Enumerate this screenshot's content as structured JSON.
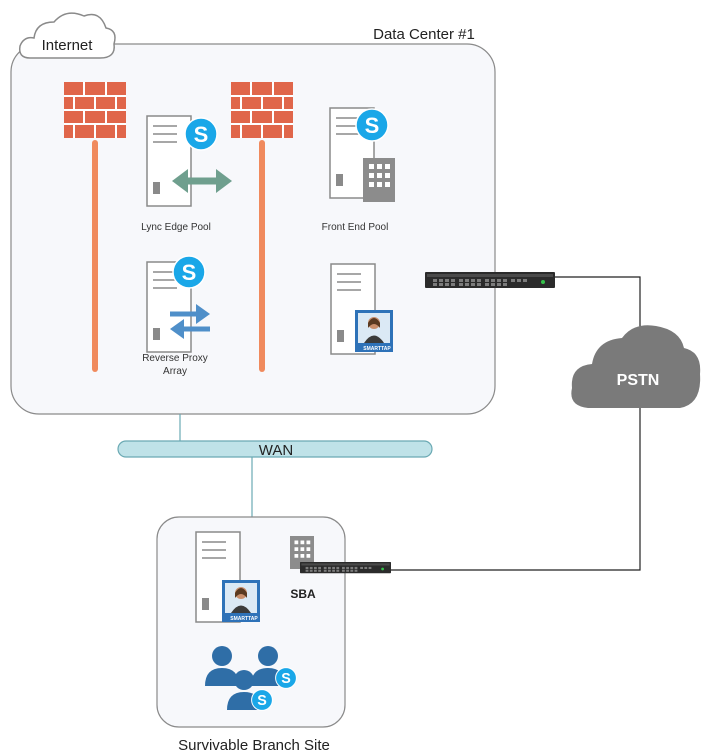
{
  "data_center": {
    "label": "Data Center #1"
  },
  "internet": {
    "label": "Internet"
  },
  "servers": {
    "lync_edge": {
      "label": "Lync Edge Pool"
    },
    "front_end": {
      "label": "Front End Pool"
    },
    "reverse_proxy": {
      "label_line1": "Reverse Proxy",
      "label_line2": "Array"
    }
  },
  "wan": {
    "label": "WAN"
  },
  "pstn": {
    "label": "PSTN"
  },
  "branch": {
    "label": "Survivable Branch Site",
    "sba_label": "SBA"
  },
  "brand": {
    "smarttap": "SMARTTAP"
  },
  "colors": {
    "firewall": "#e0664a",
    "firewall_pole": "#f08a5d",
    "skype": "#1aa7e8",
    "arrow_green": "#6f9f8e",
    "arrow_blue": "#4f8fc9",
    "wan_fill": "#bfe2e8",
    "cloud_gray": "#7a7a7a",
    "user_blue": "#2f6ea7"
  }
}
